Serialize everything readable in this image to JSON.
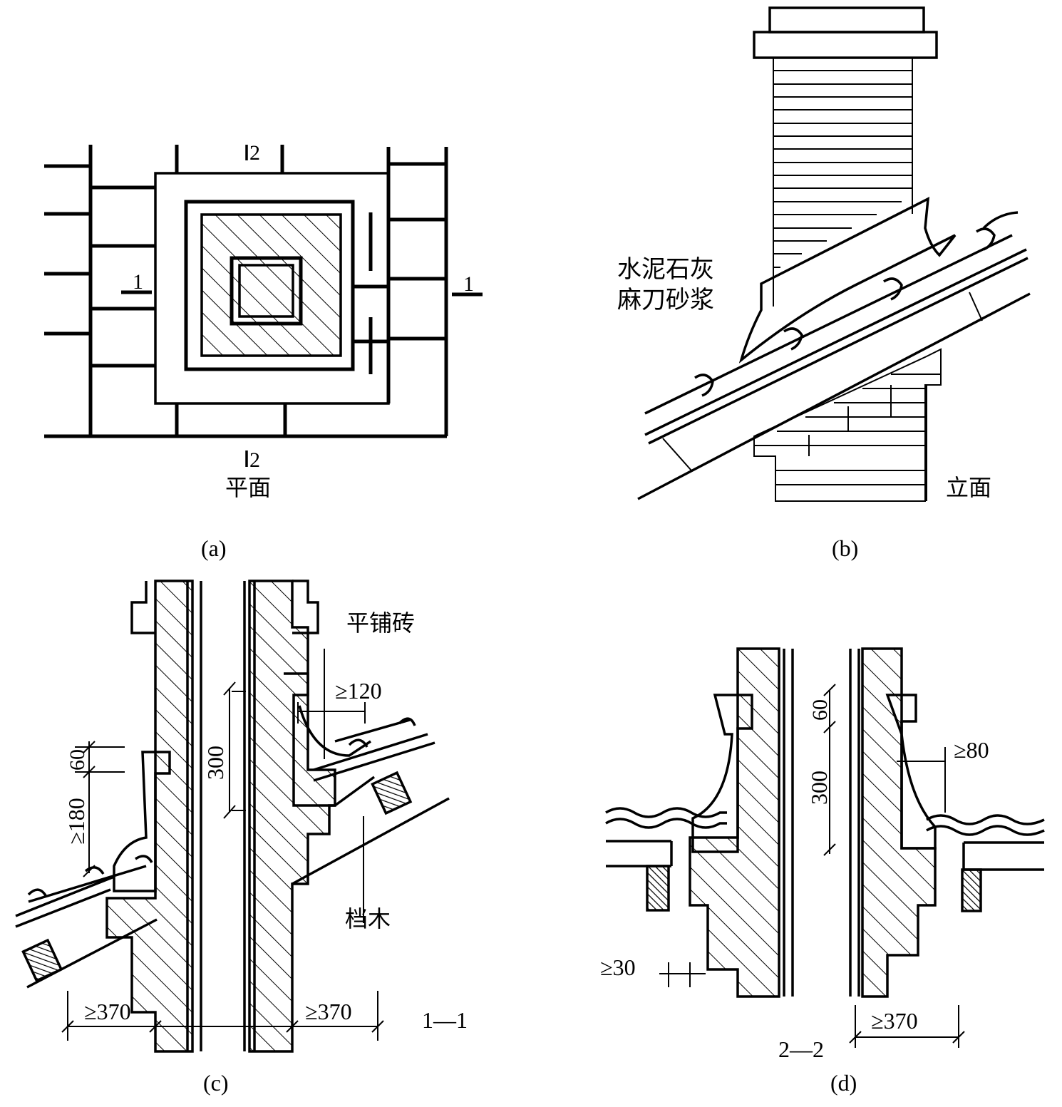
{
  "panels": {
    "a": {
      "caption": "(a)",
      "view_label": "平面",
      "section_marks": {
        "left": "1",
        "right": "1",
        "top": "2",
        "bottom": "2"
      }
    },
    "b": {
      "caption": "(b)",
      "view_label": "立面",
      "material_label_line1": "水泥石灰",
      "material_label_line2": "麻刀砂浆"
    },
    "c": {
      "caption": "(c)",
      "section_label": "1—1",
      "label_brick": "平铺砖",
      "label_wood": "档木",
      "dim_120": "≥120",
      "dim_300": "300",
      "dim_60": "60",
      "dim_180": "≥180",
      "dim_370_left": "≥370",
      "dim_370_right": "≥370"
    },
    "d": {
      "caption": "(d)",
      "section_label": "2—2",
      "dim_60": "60",
      "dim_300": "300",
      "dim_80": "≥80",
      "dim_30": "≥30",
      "dim_370": "≥370"
    }
  }
}
